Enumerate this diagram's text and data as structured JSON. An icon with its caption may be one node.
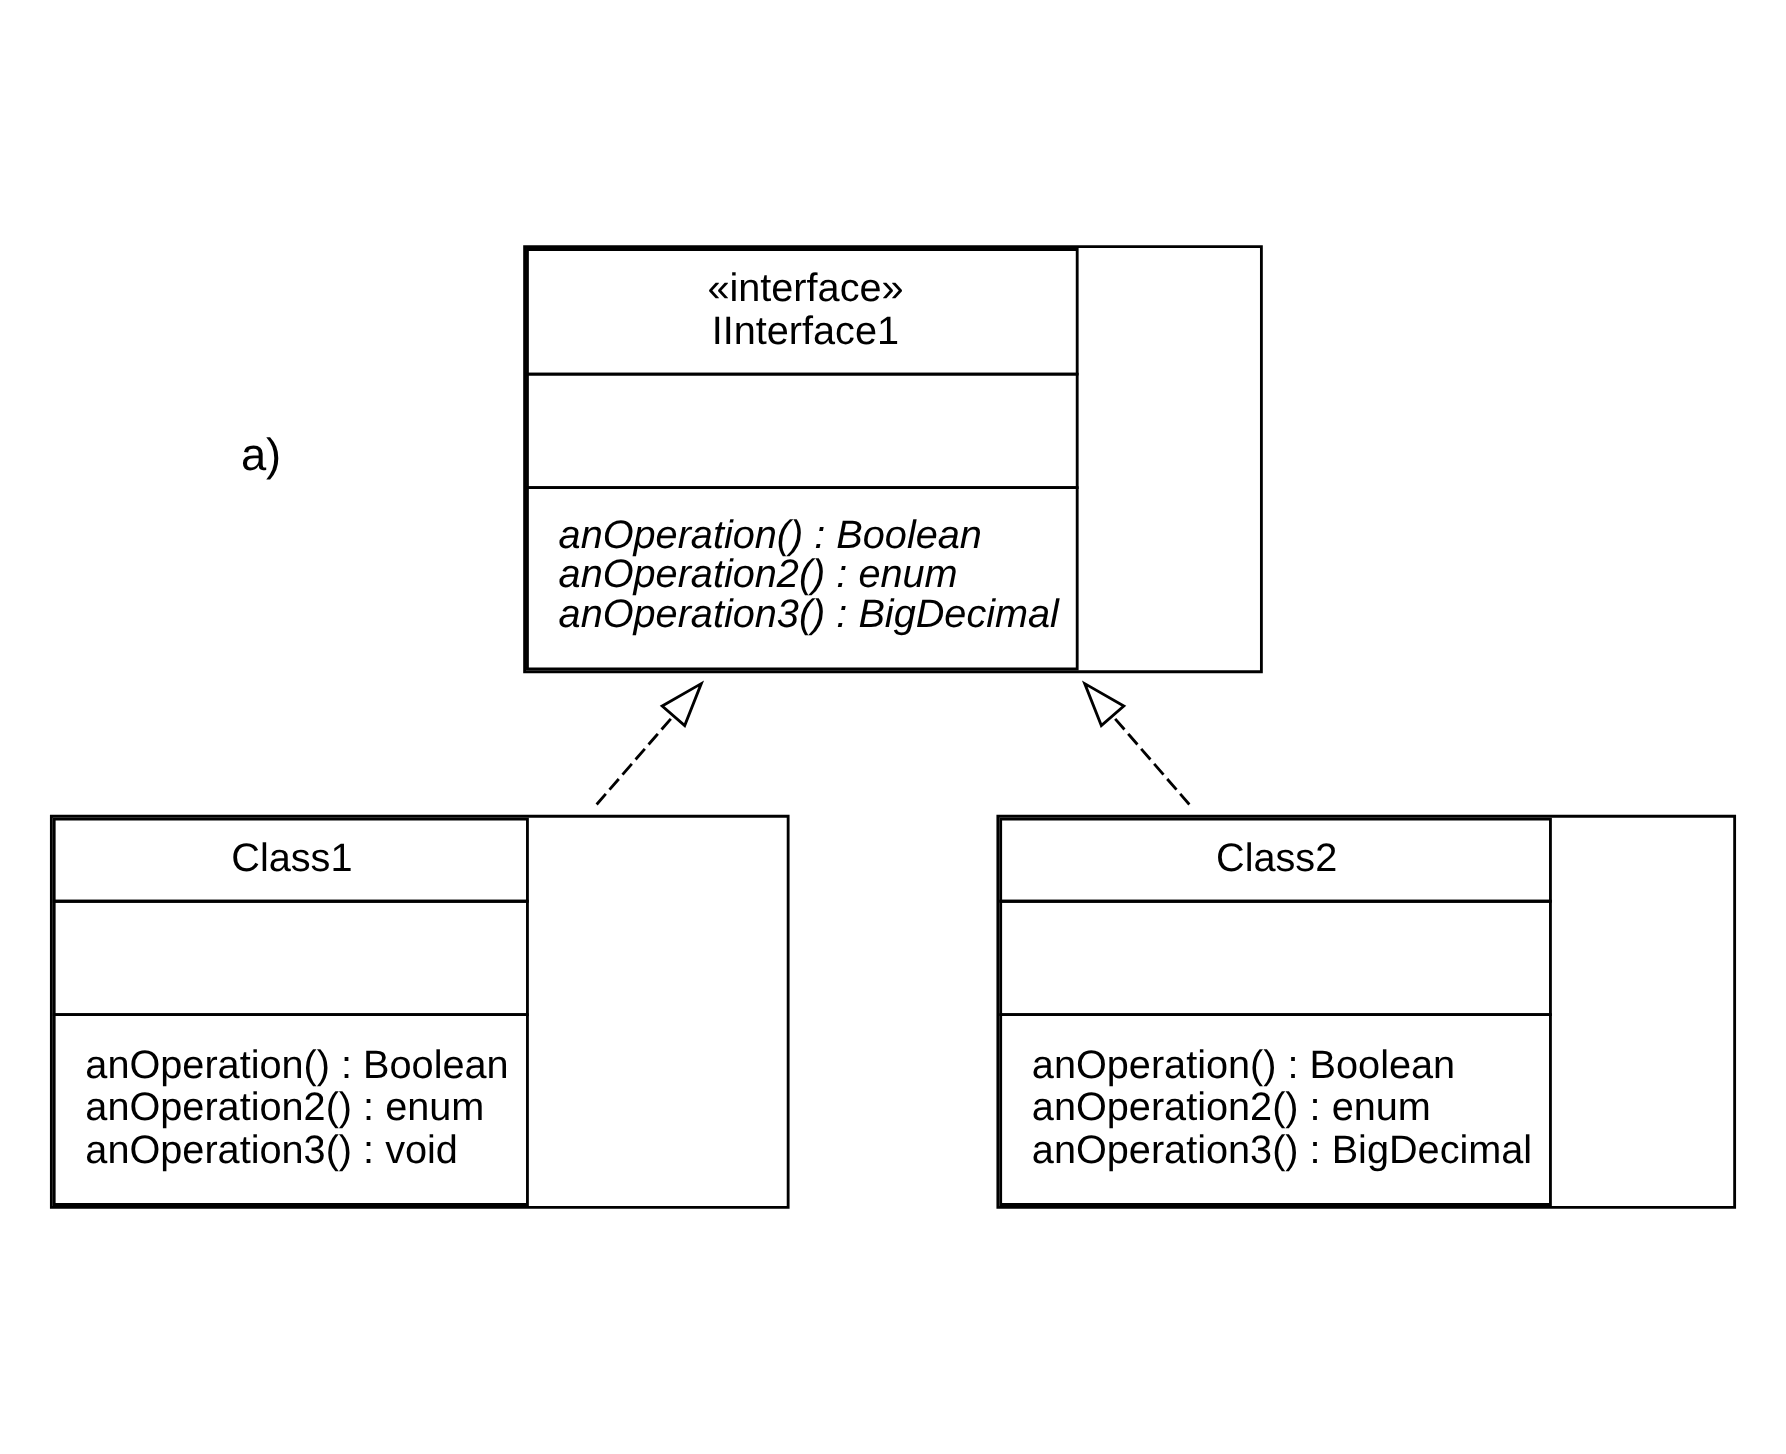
{
  "diagram": {
    "nodes": [
      {
        "text": [
          "«interface»",
          "IInterface1",
          "anOperation() : Boolean",
          "anOperation2() : enum",
          "anOperation3() : BigDecimal"
        ]
      },
      {
        "text": [
          "Class1",
          "anOperation() : Boolean",
          "anOperation2() : enum",
          "anOperation3() : void"
        ]
      },
      {
        "text": [
          "Class2",
          "anOperation() : Boolean",
          "anOperation2() : enum",
          "anOperation3() : BigDecimal"
        ]
      }
    ],
    "edges": [
      {
        "from": 1,
        "to": 0,
        "arrow": "to",
        "style": "dashed"
      },
      {
        "from": 2,
        "to": 0,
        "arrow": "to",
        "style": "dashed"
      }
    ],
    "labels": [
      "a)"
    ]
  }
}
